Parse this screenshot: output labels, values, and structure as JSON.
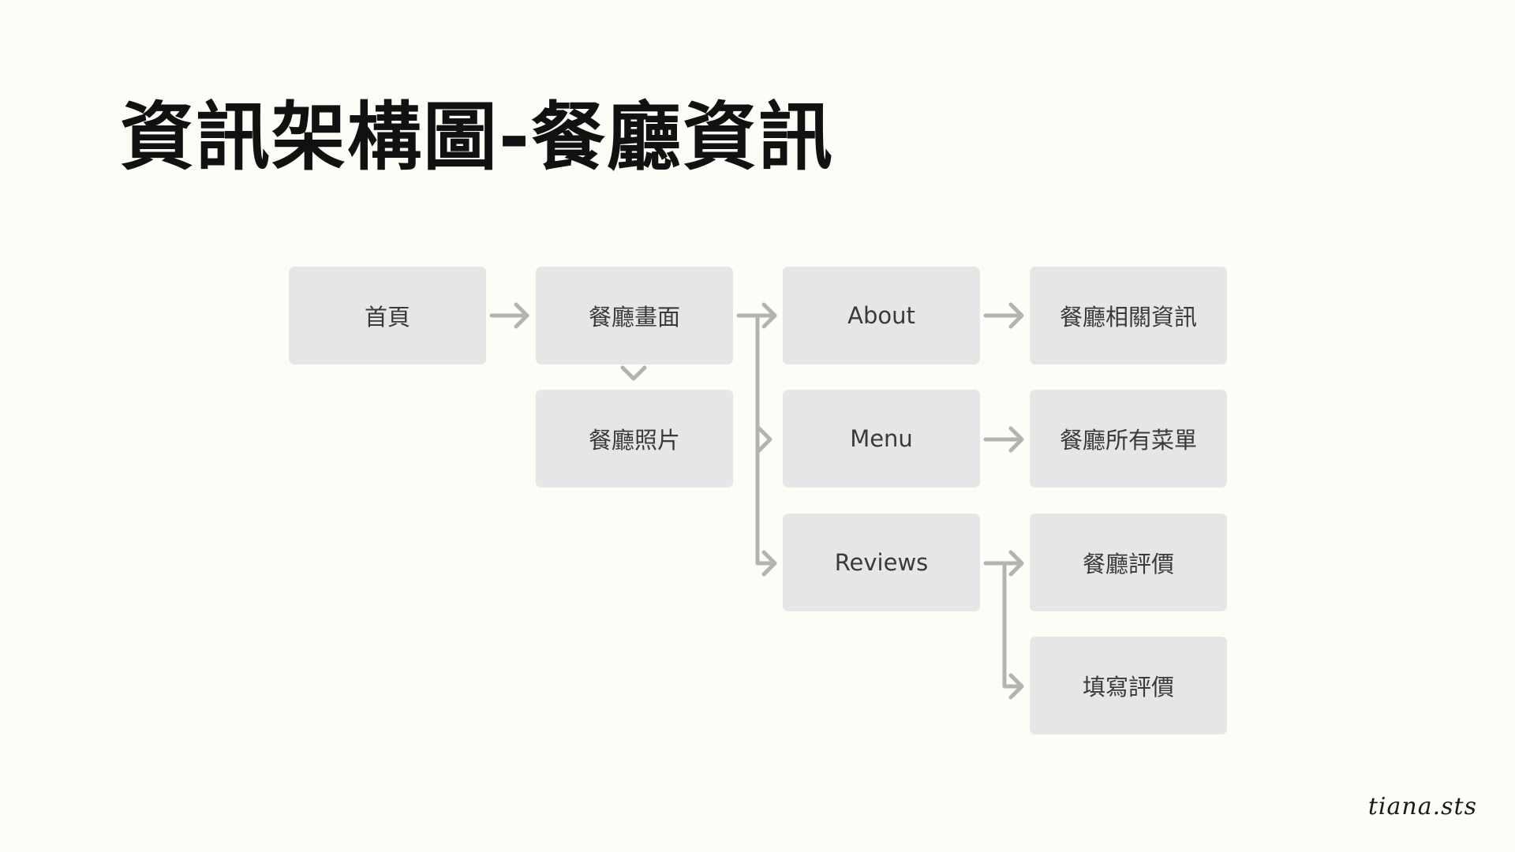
{
  "title": "資訊架構圖-餐廳資訊",
  "nodes": {
    "home": "首頁",
    "restaurant_page": "餐廳畫面",
    "restaurant_photos": "餐廳照片",
    "about": "About",
    "menu": "Menu",
    "reviews": "Reviews",
    "restaurant_info": "餐廳相關資訊",
    "all_menus": "餐廳所有菜單",
    "restaurant_reviews": "餐廳評價",
    "write_review": "填寫評價"
  },
  "signature": "tiana.sts"
}
